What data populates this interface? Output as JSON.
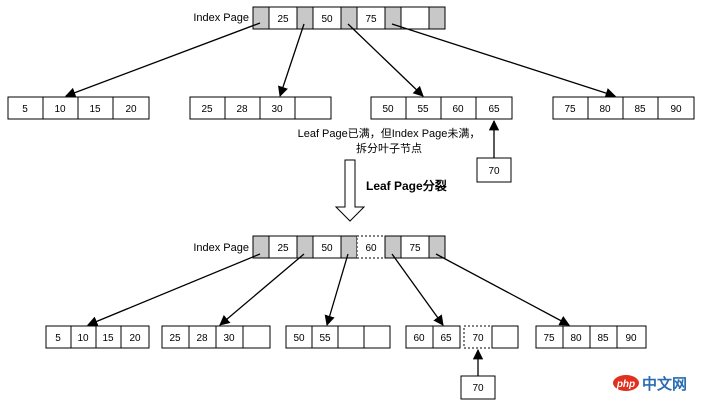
{
  "colors": {
    "stroke": "#000000",
    "pointer_fill": "#c8c8c8",
    "cell_fill": "#ffffff",
    "watermark_red": "#e0301e",
    "watermark_blue": "#2a6db0"
  },
  "before": {
    "index_label": "Index Page",
    "index_keys": [
      "25",
      "50",
      "75"
    ],
    "leaves": [
      [
        "5",
        "10",
        "15",
        "20"
      ],
      [
        "25",
        "28",
        "30",
        ""
      ],
      [
        "50",
        "55",
        "60",
        "65"
      ],
      [
        "75",
        "80",
        "85",
        "90"
      ]
    ],
    "insert_value": "70",
    "note_line1": "Leaf Page已满，但Index Page未满，",
    "note_line2": "拆分叶子节点"
  },
  "transition_label": "Leaf Page分裂",
  "after": {
    "index_label": "Index Page",
    "index_keys": [
      "25",
      "50",
      "60",
      "75"
    ],
    "new_key": "60",
    "leaves": [
      [
        "5",
        "10",
        "15",
        "20"
      ],
      [
        "25",
        "28",
        "30",
        ""
      ],
      [
        "50",
        "55",
        ""
      ],
      [
        "60",
        "65",
        "70",
        ""
      ],
      [
        "75",
        "80",
        "85",
        "90"
      ]
    ],
    "insert_value": "70"
  },
  "watermark": {
    "text": "中文网",
    "logo_text": "php"
  }
}
